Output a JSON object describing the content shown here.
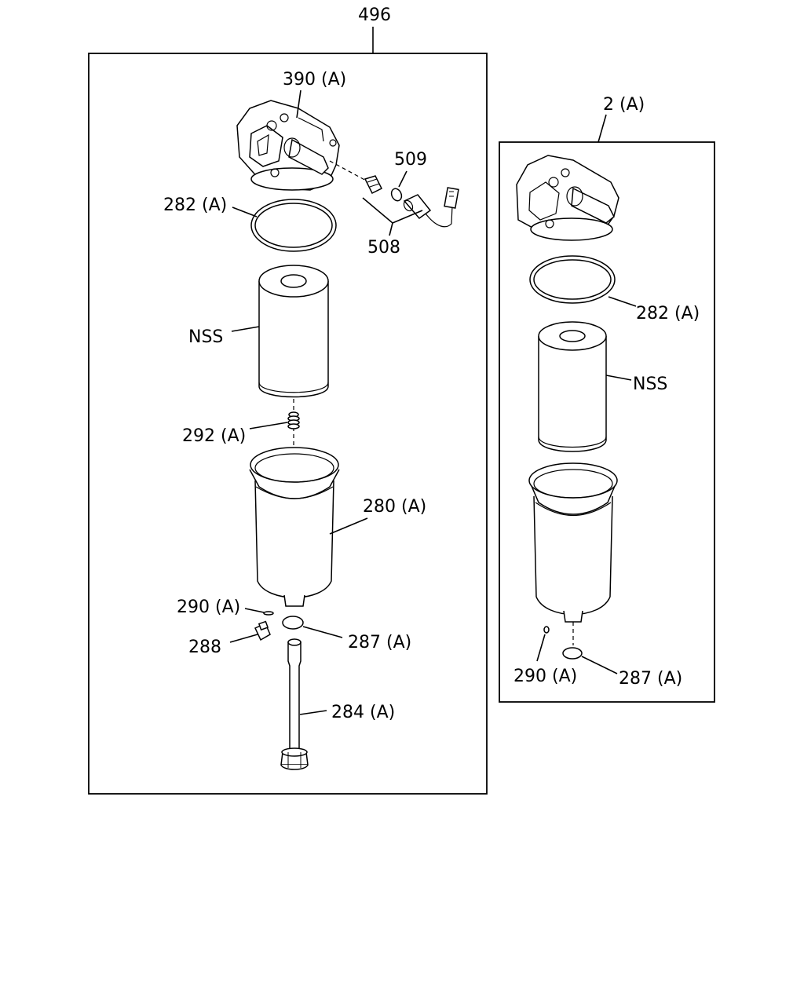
{
  "assembly": {
    "main_label": "496",
    "alt_label": "2 (A)"
  },
  "main_parts": {
    "head": "390 (A)",
    "switch_set": "508",
    "o_ring_small": "509",
    "o_ring": "282 (A)",
    "element": "NSS",
    "spring": "292 (A)",
    "bowl": "280 (A)",
    "drain_gasket": "290 (A)",
    "plug": "288",
    "gasket": "287 (A)",
    "bolt": "284 (A)"
  },
  "alt_parts": {
    "o_ring": "282 (A)",
    "element": "NSS",
    "drain_gasket": "290 (A)",
    "gasket": "287 (A)"
  }
}
